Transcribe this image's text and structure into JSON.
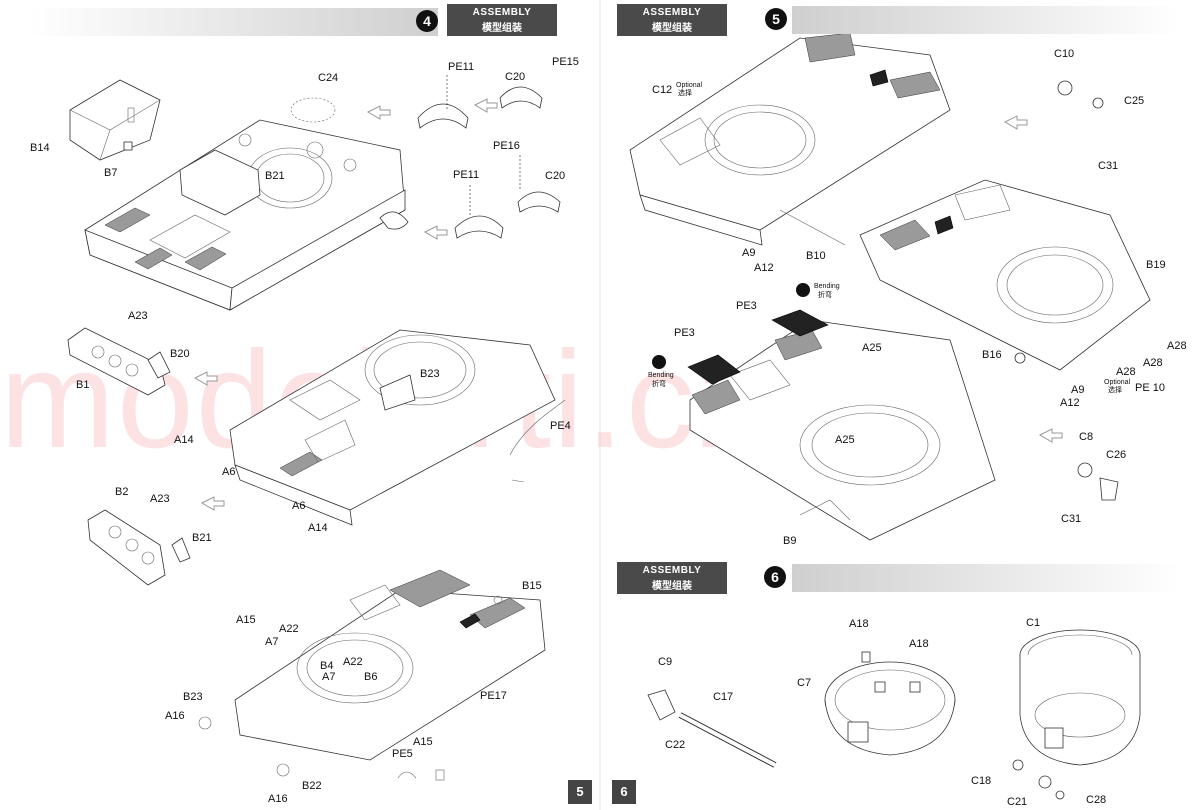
{
  "step4": {
    "number": "4",
    "title_en": "ASSEMBLY",
    "title_cn": "模型组装"
  },
  "step5": {
    "number": "5",
    "title_en": "ASSEMBLY",
    "title_cn": "模型组装"
  },
  "step6": {
    "number": "6",
    "title_en": "ASSEMBLY",
    "title_cn": "模型组装"
  },
  "page_numbers": {
    "left": "5",
    "right": "6"
  },
  "watermark": "modelarti.cz",
  "labels4": {
    "c24": "C24",
    "b14": "B14",
    "b7": "B7",
    "b21a": "B21",
    "pe11a": "PE11",
    "c20a": "C20",
    "pe15": "PE15",
    "pe16": "PE16",
    "pe11b": "PE11",
    "c20b": "C20",
    "a23a": "A23",
    "b20": "B20",
    "b1": "B1",
    "b23a": "B23",
    "a14a": "A14",
    "a6a": "A6",
    "pe4": "PE4",
    "a6b": "A6",
    "a14b": "A14",
    "b2": "B2",
    "a23b": "A23",
    "b21b": "B21",
    "b15": "B15",
    "a15a": "A15",
    "a22a": "A22",
    "a7a": "A7",
    "b4": "B4",
    "a22b": "A22",
    "a7b": "A7",
    "b6": "B6",
    "b23b": "B23",
    "a16a": "A16",
    "pe17": "PE17",
    "pe5": "PE5",
    "a15b": "A15",
    "b22": "B22",
    "a16b": "A16"
  },
  "labels5": {
    "c10": "C10",
    "c25": "C25",
    "c31a": "C31",
    "c12": "C12",
    "optional_en_a": "Optional",
    "optional_cn_a": "选择",
    "a9a": "A9",
    "a12a": "A12",
    "b10": "B10",
    "b19": "B19",
    "bending_en_a": "Bending",
    "bending_cn_a": "折弯",
    "pe3a": "PE3",
    "pe3b": "PE3",
    "bending_en_b": "Bending",
    "bending_cn_b": "折弯",
    "a25a": "A25",
    "a25b": "A25",
    "a28a": "A28",
    "a28b": "A28",
    "a28c": "A28",
    "b16": "B16",
    "a9b": "A9",
    "a12b": "A12",
    "optional_en_b": "Optional",
    "optional_cn_b": "选择",
    "pe10": "PE 10",
    "c8": "C8",
    "c26": "C26",
    "c31b": "C31",
    "b9": "B9"
  },
  "labels6": {
    "c9": "C9",
    "c17": "C17",
    "c22": "C22",
    "a18a": "A18",
    "a18b": "A18",
    "c7": "C7",
    "c1": "C1",
    "c18": "C18",
    "c21": "C21",
    "c28": "C28"
  }
}
